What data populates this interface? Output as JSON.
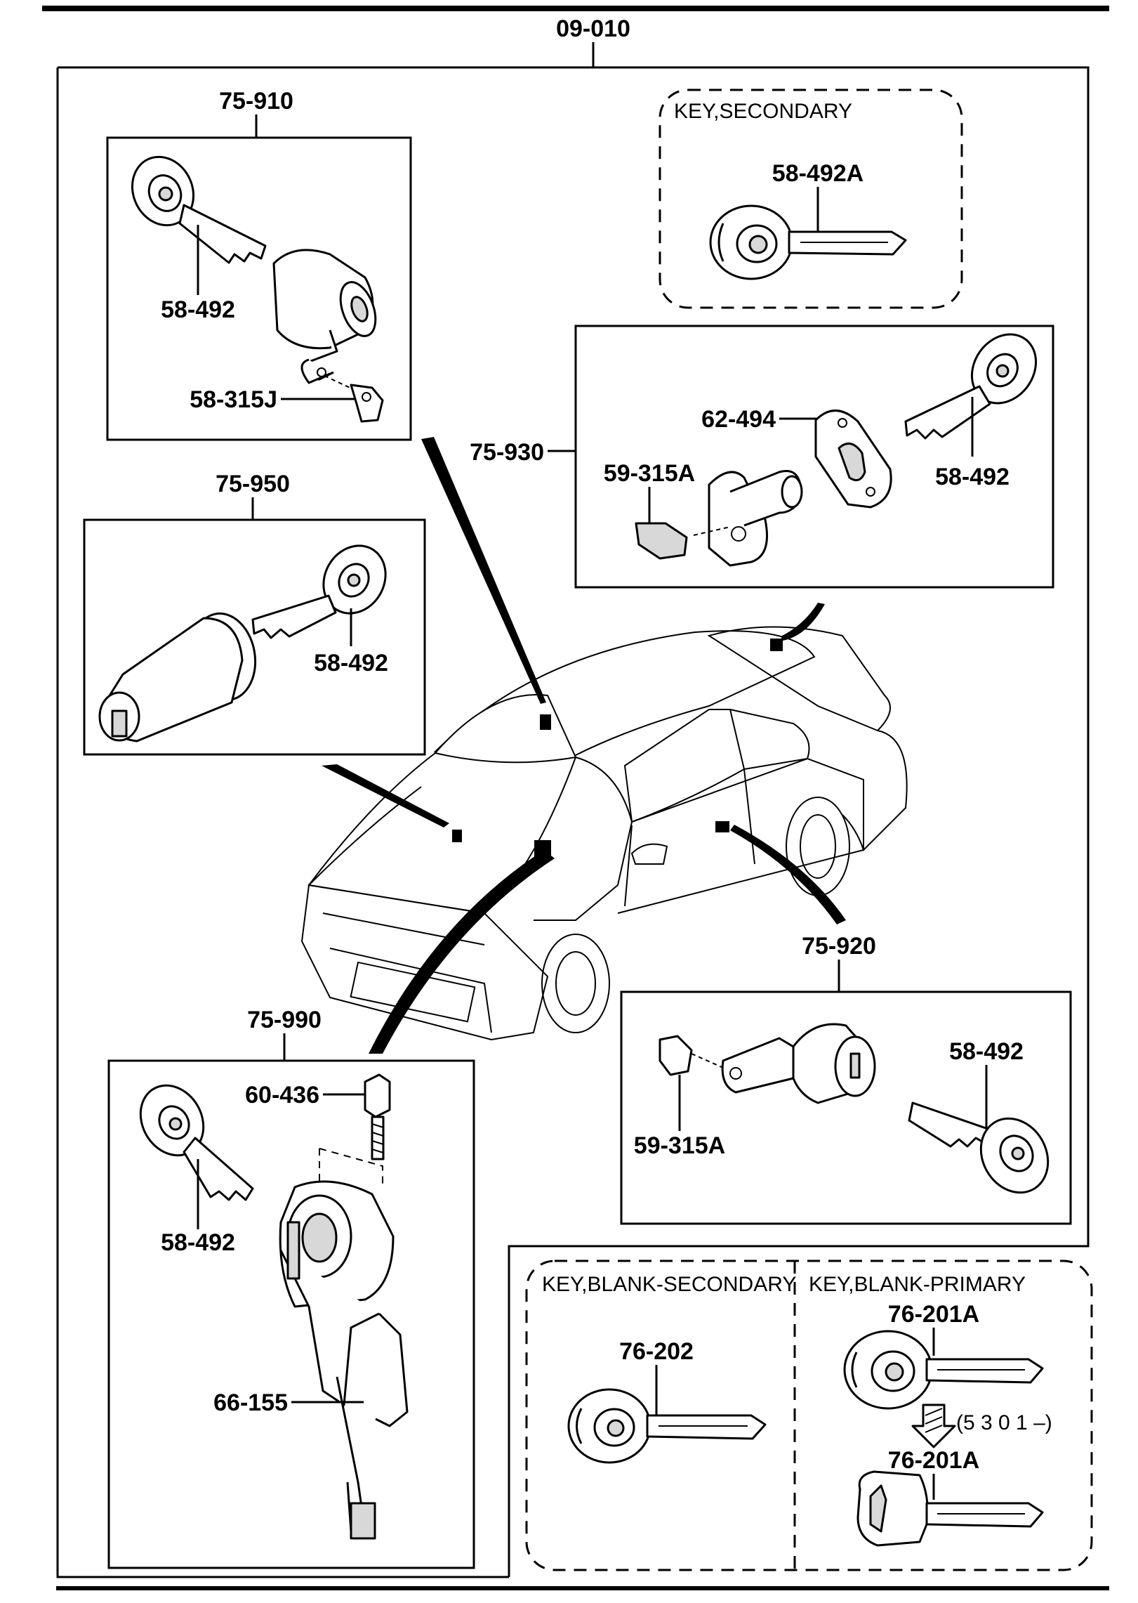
{
  "diagram": {
    "assembly": "09-010",
    "groups": {
      "g910": {
        "number": "75-910",
        "parts": {
          "key": "58-492",
          "clip": "58-315J"
        }
      },
      "g950": {
        "number": "75-950",
        "parts": {
          "key": "58-492"
        }
      },
      "g930": {
        "number": "75-930",
        "parts": {
          "gasket": "62-494",
          "clip": "59-315A",
          "key": "58-492"
        }
      },
      "g920": {
        "number": "75-920",
        "parts": {
          "key": "58-492",
          "clip": "59-315A"
        }
      },
      "g990": {
        "number": "75-990",
        "parts": {
          "bolt": "60-436",
          "key": "58-492",
          "switch": "66-155"
        }
      }
    },
    "key_secondary": {
      "label": "KEY,SECONDARY",
      "part": "58-492A"
    },
    "blank_secondary": {
      "label": "KEY,BLANK-SECONDARY",
      "part": "76-202"
    },
    "blank_primary": {
      "label": "KEY,BLANK-PRIMARY",
      "part_old": "76-201A",
      "part_new": "76-201A",
      "change_note": "(5 3 0 1 –)"
    }
  }
}
